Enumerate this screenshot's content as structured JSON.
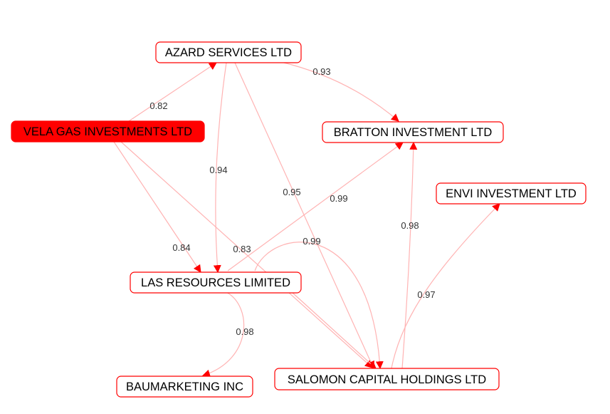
{
  "colors": {
    "node_border": "#ff0000",
    "node_fill": "#ffffff",
    "highlight_fill": "#ff0000",
    "edge_stroke": "#ffb3b3",
    "arrow": "#ff0000",
    "text": "#000000",
    "edge_label_text": "#333333"
  },
  "nodes": [
    {
      "id": "azard",
      "label": "AZARD SERVICES LTD",
      "highlight": false
    },
    {
      "id": "vela",
      "label": "VELA GAS INVESTMENTS LTD",
      "highlight": true
    },
    {
      "id": "bratton",
      "label": "BRATTON INVESTMENT LTD",
      "highlight": false
    },
    {
      "id": "envi",
      "label": "ENVI INVESTMENT LTD",
      "highlight": false
    },
    {
      "id": "las",
      "label": "LAS RESOURCES LIMITED",
      "highlight": false
    },
    {
      "id": "baumarketing",
      "label": "BAUMARKETING INC",
      "highlight": false
    },
    {
      "id": "salomon",
      "label": "SALOMON CAPITAL HOLDINGS LTD",
      "highlight": false
    }
  ],
  "edges": [
    {
      "id": "vela-azard",
      "from": "vela",
      "to": "azard",
      "weight": "0.82"
    },
    {
      "id": "azard-bratton",
      "from": "azard",
      "to": "bratton",
      "weight": "0.93"
    },
    {
      "id": "azard-las",
      "from": "azard",
      "to": "las",
      "weight": "0.94"
    },
    {
      "id": "azard-salomon",
      "from": "azard",
      "to": "salomon",
      "weight": "0.95"
    },
    {
      "id": "vela-las",
      "from": "vela",
      "to": "las",
      "weight": "0.84"
    },
    {
      "id": "vela-salomon",
      "from": "vela",
      "to": "salomon",
      "weight": "0.83"
    },
    {
      "id": "las-bratton",
      "from": "las",
      "to": "bratton",
      "weight": "0.99"
    },
    {
      "id": "las-salomon",
      "from": "las",
      "to": "salomon",
      "weight": "0.99"
    },
    {
      "id": "las-baumarketing",
      "from": "las",
      "to": "baumarketing",
      "weight": "0.98"
    },
    {
      "id": "salomon-bratton",
      "from": "salomon",
      "to": "bratton",
      "weight": "0.98"
    },
    {
      "id": "salomon-envi",
      "from": "salomon",
      "to": "envi",
      "weight": "0.97"
    }
  ]
}
